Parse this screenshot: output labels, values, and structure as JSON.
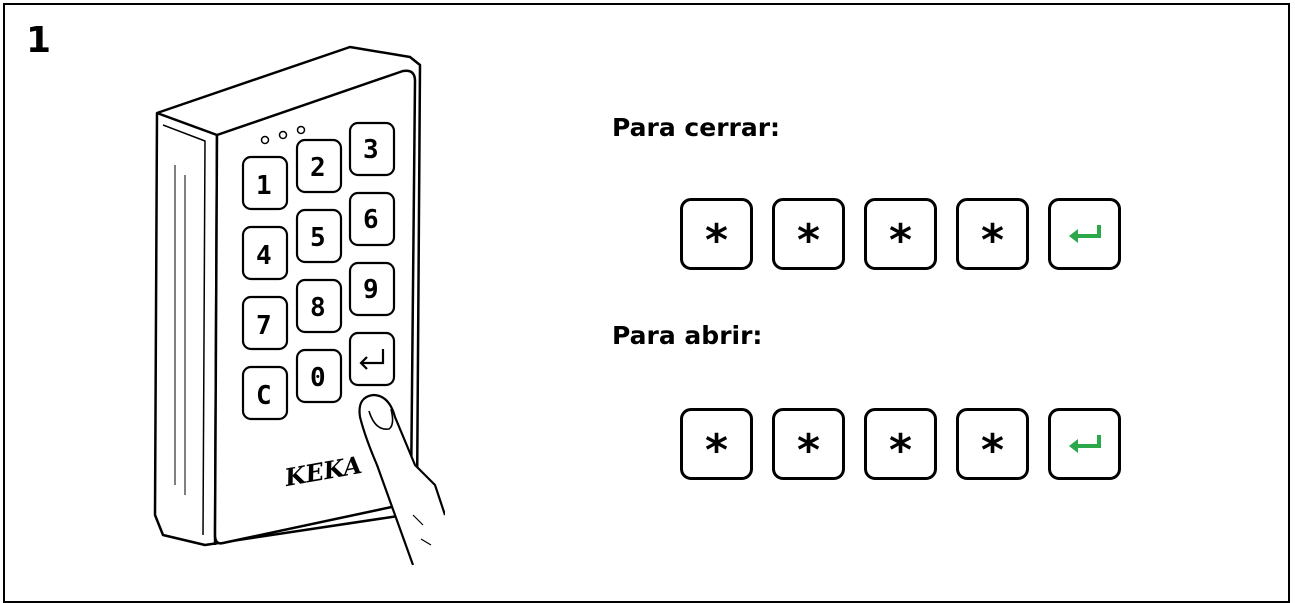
{
  "step": {
    "number": "1"
  },
  "device": {
    "brand": "KEKA",
    "keys": [
      "3",
      "2",
      "1",
      "6",
      "5",
      "4",
      "9",
      "8",
      "7",
      "C",
      "0"
    ]
  },
  "close": {
    "heading": "Para cerrar:",
    "keys": [
      "*",
      "*",
      "*",
      "*"
    ],
    "enter_icon": "enter-arrow-icon"
  },
  "open": {
    "heading": "Para abrir:",
    "keys": [
      "*",
      "*",
      "*",
      "*"
    ],
    "enter_icon": "enter-arrow-icon"
  },
  "colors": {
    "enter_arrow": "#2aa84a",
    "outline": "#000000"
  }
}
